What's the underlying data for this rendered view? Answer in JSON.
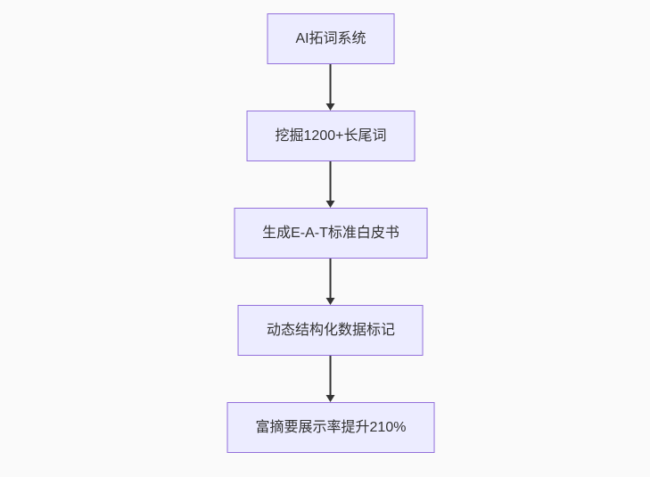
{
  "diagram": {
    "type": "flowchart",
    "direction": "top-down",
    "nodes": [
      {
        "id": "step-1",
        "label": "AI拓词系统"
      },
      {
        "id": "step-2",
        "label": "挖掘1200+长尾词"
      },
      {
        "id": "step-3",
        "label": "生成E-A-T标准白皮书"
      },
      {
        "id": "step-4",
        "label": "动态结构化数据标记"
      },
      {
        "id": "step-5",
        "label": "富摘要展示率提升210%"
      }
    ],
    "edges": [
      {
        "from": "step-1",
        "to": "step-2",
        "style": "arrow-down"
      },
      {
        "from": "step-2",
        "to": "step-3",
        "style": "arrow-down"
      },
      {
        "from": "step-3",
        "to": "step-4",
        "style": "arrow-down"
      },
      {
        "from": "step-4",
        "to": "step-5",
        "style": "arrow-down"
      }
    ],
    "colors": {
      "node_fill": "#ececff",
      "node_border": "#9370db",
      "node_text": "#333333",
      "arrow": "#333333",
      "background": "#fafafa"
    }
  }
}
